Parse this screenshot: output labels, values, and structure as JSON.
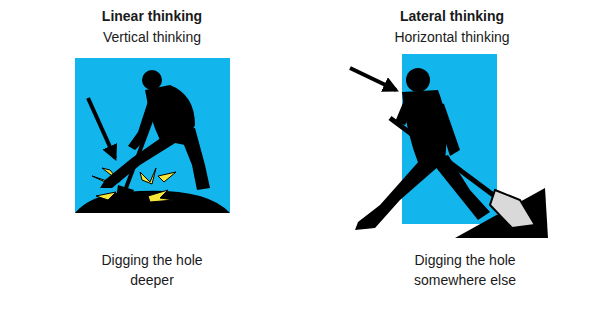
{
  "diagram": {
    "labels": [
      "Linear thinking",
      "Vertical thinking",
      "Digging the hole deeper",
      "Lateral thinking",
      "Horizontal thinking",
      "Digging the hole somewhere else"
    ]
  }
}
